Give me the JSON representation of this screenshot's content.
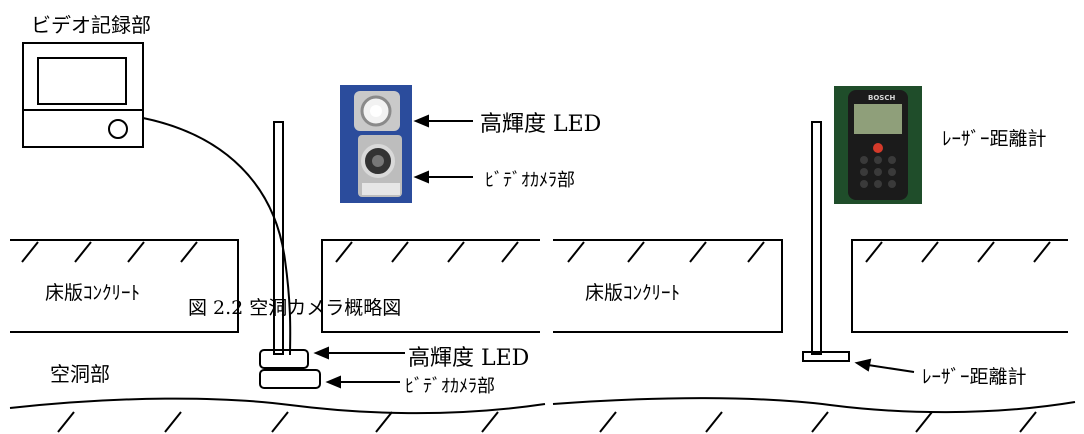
{
  "left_panel": {
    "recorder_label": "ビデオ記録部",
    "led_label_top": "高輝度 LED",
    "camera_label_top": "ﾋﾞﾃﾞｵｶﾒﾗ部",
    "slab_label": "床版ｺﾝｸﾘｰﾄ",
    "figure_caption": "図 2.2 空洞カメラ概略図",
    "void_label": "空洞部",
    "led_label_bottom": "高輝度 LED",
    "camera_label_bottom": "ﾋﾞﾃﾞｵｶﾒﾗ部"
  },
  "right_panel": {
    "laser_label_top": "ﾚｰｻﾞｰ距離計",
    "slab_label": "床版ｺﾝｸﾘｰﾄ",
    "laser_label_bottom": "ﾚｰｻﾞｰ距離計",
    "device_brand": "BOSCH"
  },
  "colors": {
    "line": "#000000",
    "photo_blue": "#2b4c9c",
    "device_green": "#1f4d2a"
  }
}
